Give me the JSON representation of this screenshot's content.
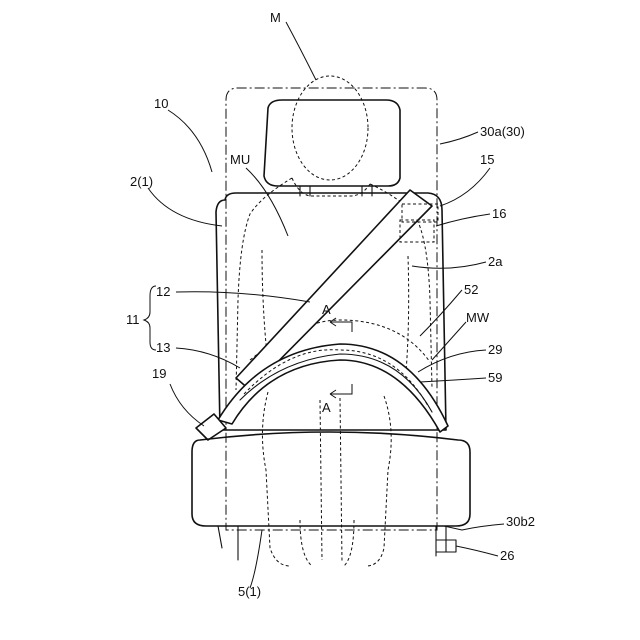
{
  "labels": {
    "M": "M",
    "n10": "10",
    "n30a": "30a(30)",
    "MU": "MU",
    "n2_1": "2(1)",
    "n15": "15",
    "n16": "16",
    "n2a": "2a",
    "n12": "12",
    "n52": "52",
    "n11": "11",
    "A_top": "A",
    "MW": "MW",
    "n13": "13",
    "n29": "29",
    "n19": "19",
    "n59": "59",
    "A_bottom": "A",
    "n30b2": "30b2",
    "n26": "26",
    "n5_1": "5(1)"
  }
}
